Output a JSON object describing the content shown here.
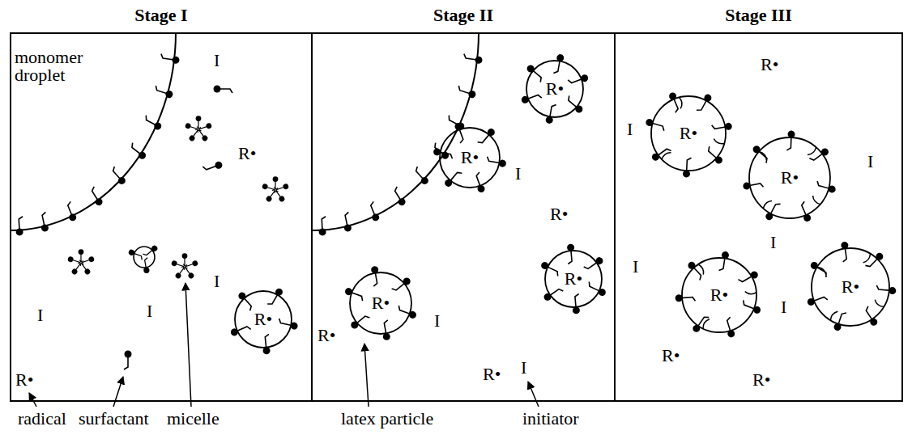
{
  "diagram": {
    "nodes": [
      {
        "text": [
          "Stage I"
        ]
      },
      {
        "text": [
          "Stage II"
        ]
      },
      {
        "text": [
          "Stage III"
        ]
      },
      {
        "text": [
          "R•"
        ],
        "in": 0
      },
      {
        "text": [
          "R•"
        ],
        "in": 1
      },
      {
        "text": [
          "R•"
        ],
        "in": 1
      },
      {
        "text": [
          "R•"
        ],
        "in": 1
      },
      {
        "text": [
          "R•"
        ],
        "in": 1
      },
      {
        "text": [
          "R•"
        ],
        "in": 2
      },
      {
        "text": [
          "R•"
        ],
        "in": 2
      },
      {
        "text": [
          "R•"
        ],
        "in": 2
      },
      {
        "text": [
          "R•"
        ],
        "in": 2
      }
    ],
    "labels": [
      "monomer droplet",
      "I",
      "R•",
      "I",
      "I",
      "I",
      "R•",
      "I",
      "R•",
      "R•",
      "I",
      "R•",
      "I",
      "I",
      "R•",
      "I",
      "I",
      "I",
      "I",
      "R•",
      "R•",
      "radical",
      "surfactant",
      "micelle",
      "latex particle",
      "initiator"
    ]
  }
}
